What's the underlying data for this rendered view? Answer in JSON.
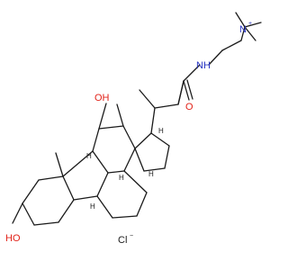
{
  "atoms": {
    "oh_top": "OH",
    "oh_bottom": "HO",
    "carbonyl_o": "O",
    "amide_nh": "NH",
    "ammonium_n": "N",
    "ammonium_charge": "+",
    "chloride": "Cl",
    "chloride_charge": "−",
    "h_labels": [
      "H",
      "H",
      "H",
      "H",
      "H"
    ]
  },
  "colors": {
    "carbon_bond": "#1a1a1a",
    "oxygen": "#e2231a",
    "nitrogen": "#2a37c4"
  }
}
